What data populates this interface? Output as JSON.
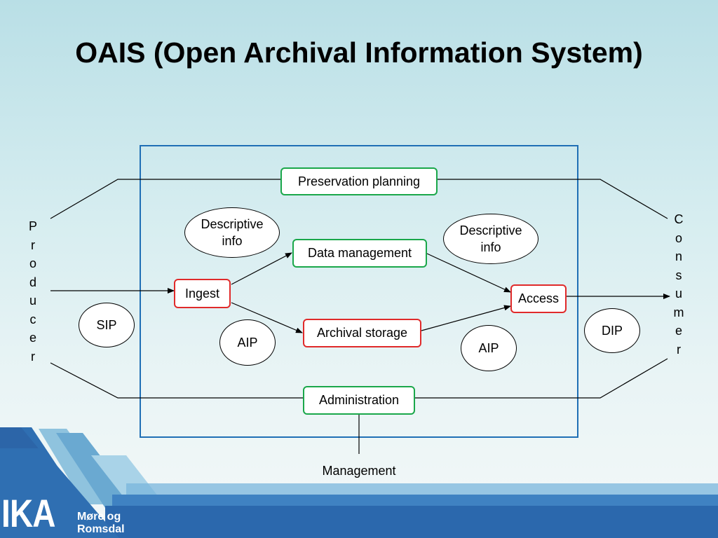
{
  "title": "OAIS (Open Archival Information System)",
  "boxes": {
    "preservation_planning": "Preservation planning",
    "data_management": "Data management",
    "ingest": "Ingest",
    "archival_storage": "Archival storage",
    "access": "Access",
    "administration": "Administration"
  },
  "ovals": {
    "descriptive_info_left": "Descriptive info",
    "descriptive_info_right": "Descriptive info",
    "sip": "SIP",
    "aip_left": "AIP",
    "aip_right": "AIP",
    "dip": "DIP"
  },
  "producer_letters": [
    "P",
    "r",
    "o",
    "d",
    "u",
    "c",
    "e",
    "r"
  ],
  "consumer_letters": [
    "C",
    "o",
    "n",
    "s",
    "u",
    "m",
    "e",
    "r"
  ],
  "management_label": "Management",
  "logo": {
    "name": "IKA",
    "line1": "Møre og",
    "line2": "Romsdal"
  },
  "colors": {
    "green_border": "#1aa74a",
    "red_border": "#e02a2a",
    "frame_blue": "#1f6fb5",
    "logo_blue": "#2f6fb2"
  }
}
